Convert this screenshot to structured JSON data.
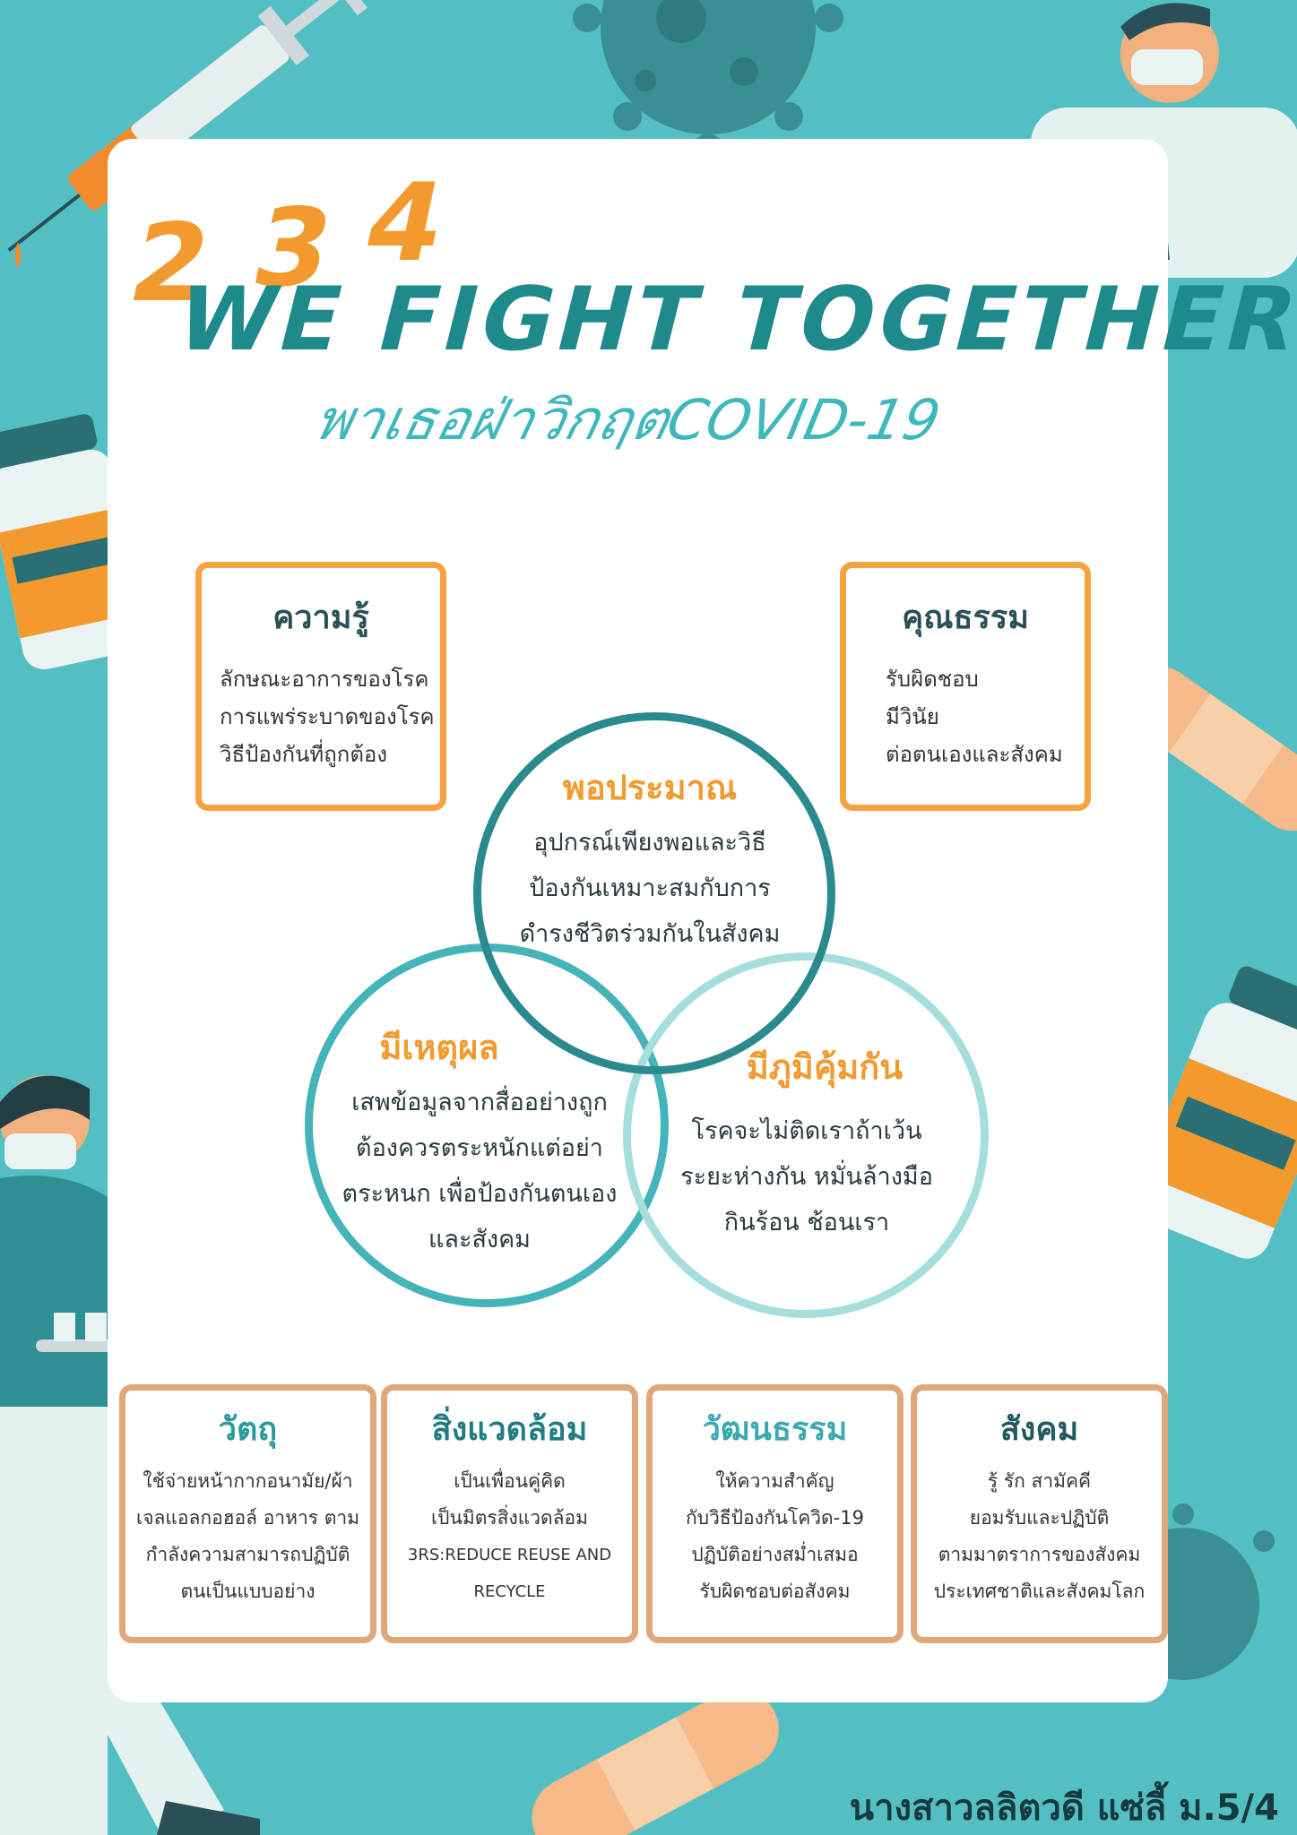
{
  "header": {
    "numbers": [
      "2",
      "3",
      "4"
    ],
    "title": "WE FIGHT TOGETHER",
    "subtitle": "พาเธอฝ่าวิกฤตCOVID-19"
  },
  "top_boxes": [
    {
      "title": "ความรู้",
      "lines": [
        "ลักษณะอาการของโรค",
        "การแพร่ระบาดของโรค",
        "วิธีป้องกันที่ถูกต้อง"
      ]
    },
    {
      "title": "คุณธรรม",
      "lines": [
        "รับผิดชอบ",
        "มีวินัย",
        "ต่อตนเองและสังคม"
      ]
    }
  ],
  "circles": [
    {
      "title": "พอประมาณ",
      "lines": [
        "อุปกรณ์เพียงพอและวิธี",
        "ป้องกันเหมาะสมกับการ",
        "ดำรงชีวิตร่วมกันในสังคม"
      ]
    },
    {
      "title": "มีเหตุผล",
      "lines": [
        "เสพข้อมูลจากสื่ออย่างถูก",
        "ต้องควรตระหนักแต่อย่า",
        "ตระหนก เพื่อป้องกันตนเอง",
        "และสังคม"
      ]
    },
    {
      "title": "มีภูมิคุ้มกัน",
      "lines": [
        "โรคจะไม่ติดเราถ้าเว้น",
        "ระยะห่างกัน หมั่นล้างมือ",
        "กินร้อน ช้อนเรา"
      ]
    }
  ],
  "bottom_boxes": [
    {
      "title": "วัตถุ",
      "lines": [
        "ใช้จ่ายหน้ากากอนามัย/ผ้า",
        "เจลแอลกอฮอล์ อาหาร ตาม",
        "กำลังความสามารถปฏิบัติ",
        "ตนเป็นแบบอย่าง"
      ]
    },
    {
      "title": "สิ่งแวดล้อม",
      "lines": [
        "เป็นเพื่อนคู่คิด",
        "เป็นมิตรสิ่งแวดล้อม",
        "3RS:REDUCE REUSE AND",
        "RECYCLE"
      ]
    },
    {
      "title": "วัฒนธรรม",
      "lines": [
        "ให้ความสำคัญ",
        "กับวิธีป้องกันโควิด-19",
        "ปฏิบัติอย่างสม่ำเสมอ",
        "รับผิดชอบต่อสังคม"
      ]
    },
    {
      "title": "สังคม",
      "lines": [
        "รู้ รัก สามัคคี",
        "ยอมรับและปฏิบัติ",
        "ตามมาตราการของสังคม",
        "ประเทศชาติและสังคมโลก"
      ]
    }
  ],
  "footer": {
    "author": "นางสาวลลิตวดี แซ่ลี้ ม.5/4"
  },
  "colors": {
    "background": "#54bfc3",
    "accent_orange": "#f29a2e",
    "teal_dark": "#1f8a8c",
    "circle_dark": "#2a8a8e",
    "circle_mid": "#45b4ba",
    "circle_light": "#a5dedd",
    "box_bottom_border": "#dfa77a"
  }
}
